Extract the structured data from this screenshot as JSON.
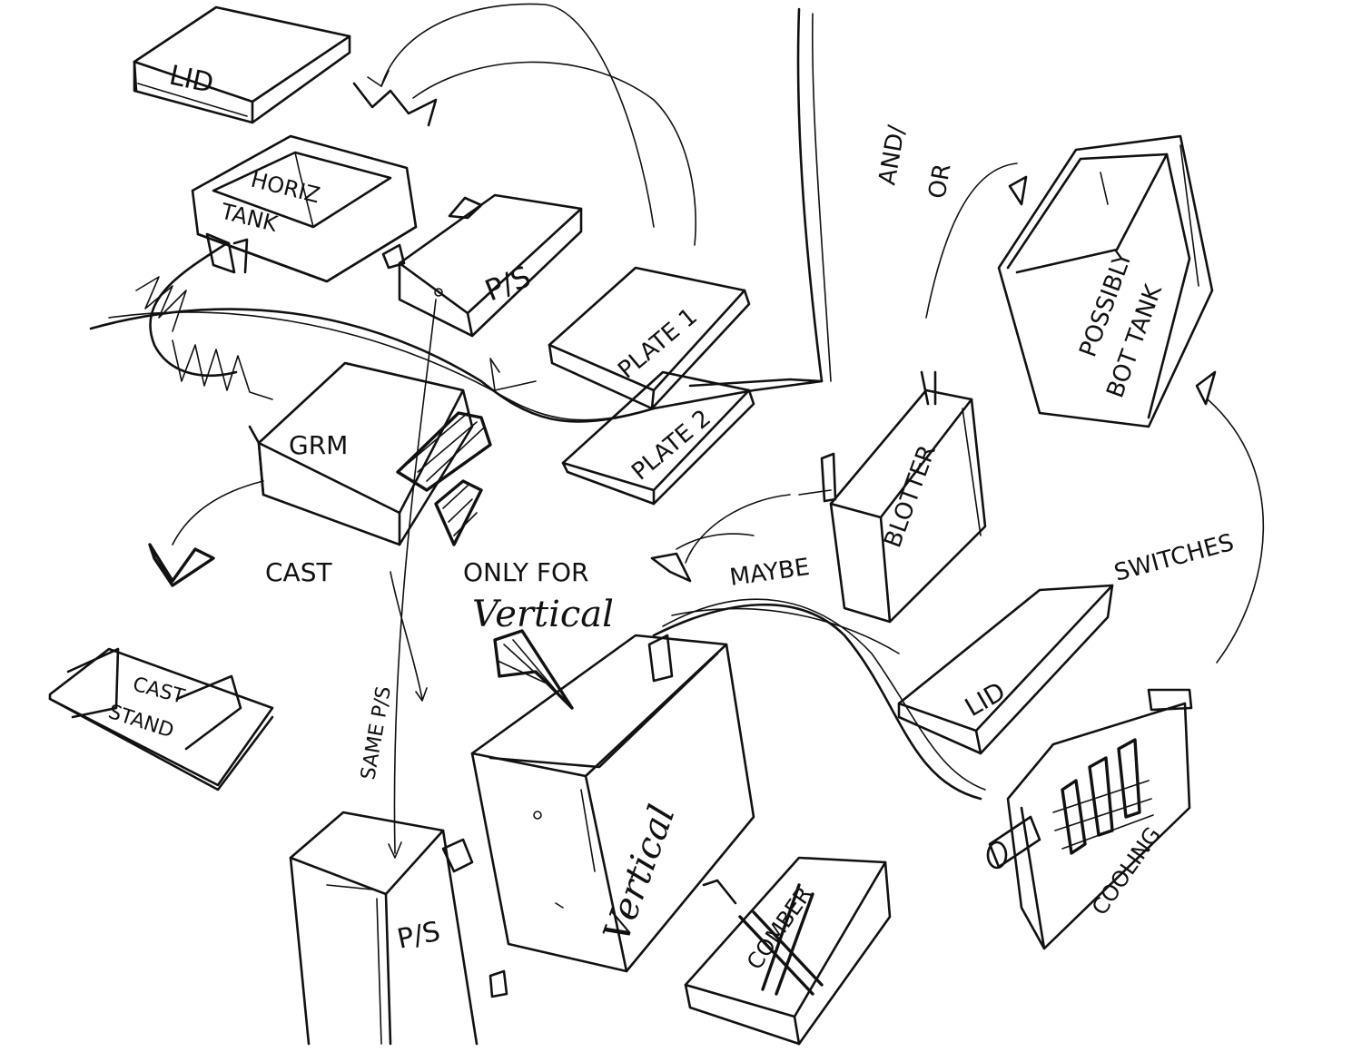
{
  "labels": {
    "lid_top": "LID",
    "horiz_tank": "HORIZ",
    "horiz_tank_line2": "TANK",
    "ps_top": "P/S",
    "plate1": "PLATE 1",
    "plate2": "PLATE 2",
    "and_or_1": "AND/",
    "and_or_2": "OR",
    "possibly_1": "POSSIBLY",
    "possibly_2": "BOT TANK",
    "grm": "GRM",
    "cast": "CAST",
    "only_for": "ONLY FOR",
    "vertical_note": "Vertical",
    "maybe": "MAYBE",
    "blotter": "BLOTTER",
    "switches": "SWITCHES",
    "lid_bottom": "LID",
    "cast_stand_1": "CAST",
    "cast_stand_2": "STAND",
    "same_ps": "SAME P/S",
    "ps_bottom": "P/S",
    "vertical_box": "Vertical",
    "cooling": "COOLING",
    "crossed_out": "COMBER"
  }
}
